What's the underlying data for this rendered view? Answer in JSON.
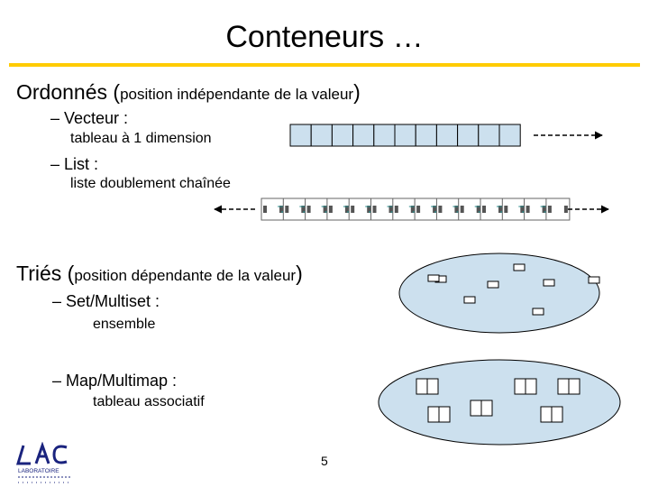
{
  "slide": {
    "title": "Conteneurs …",
    "page_number": "5"
  },
  "ordered": {
    "heading": "Ordonnés",
    "open_paren": "(",
    "detail": "position indépendante de la valeur",
    "close_paren": ")",
    "vector": {
      "label": "– Vecteur :",
      "description": "tableau à 1 dimension",
      "cell_count": 11
    },
    "list": {
      "label": "– List :",
      "description": "liste doublement chaînée",
      "node_count": 14
    }
  },
  "sorted": {
    "heading": "Triés",
    "open_paren": "(",
    "detail": "position dépendante de la valeur",
    "close_paren": ")",
    "set": {
      "label": "– Set/Multiset :",
      "description": "ensemble",
      "element_count": 8
    },
    "map": {
      "label": "– Map/Multimap :",
      "description": "tableau associatif",
      "pair_count": 6
    }
  },
  "colors": {
    "accent_rule": "#ffcc00",
    "fill": "#cce0ee",
    "arrow": "#2a8a8a",
    "logo_blue": "#1a237e"
  },
  "logo": {
    "text": "LABORATOIRE"
  }
}
